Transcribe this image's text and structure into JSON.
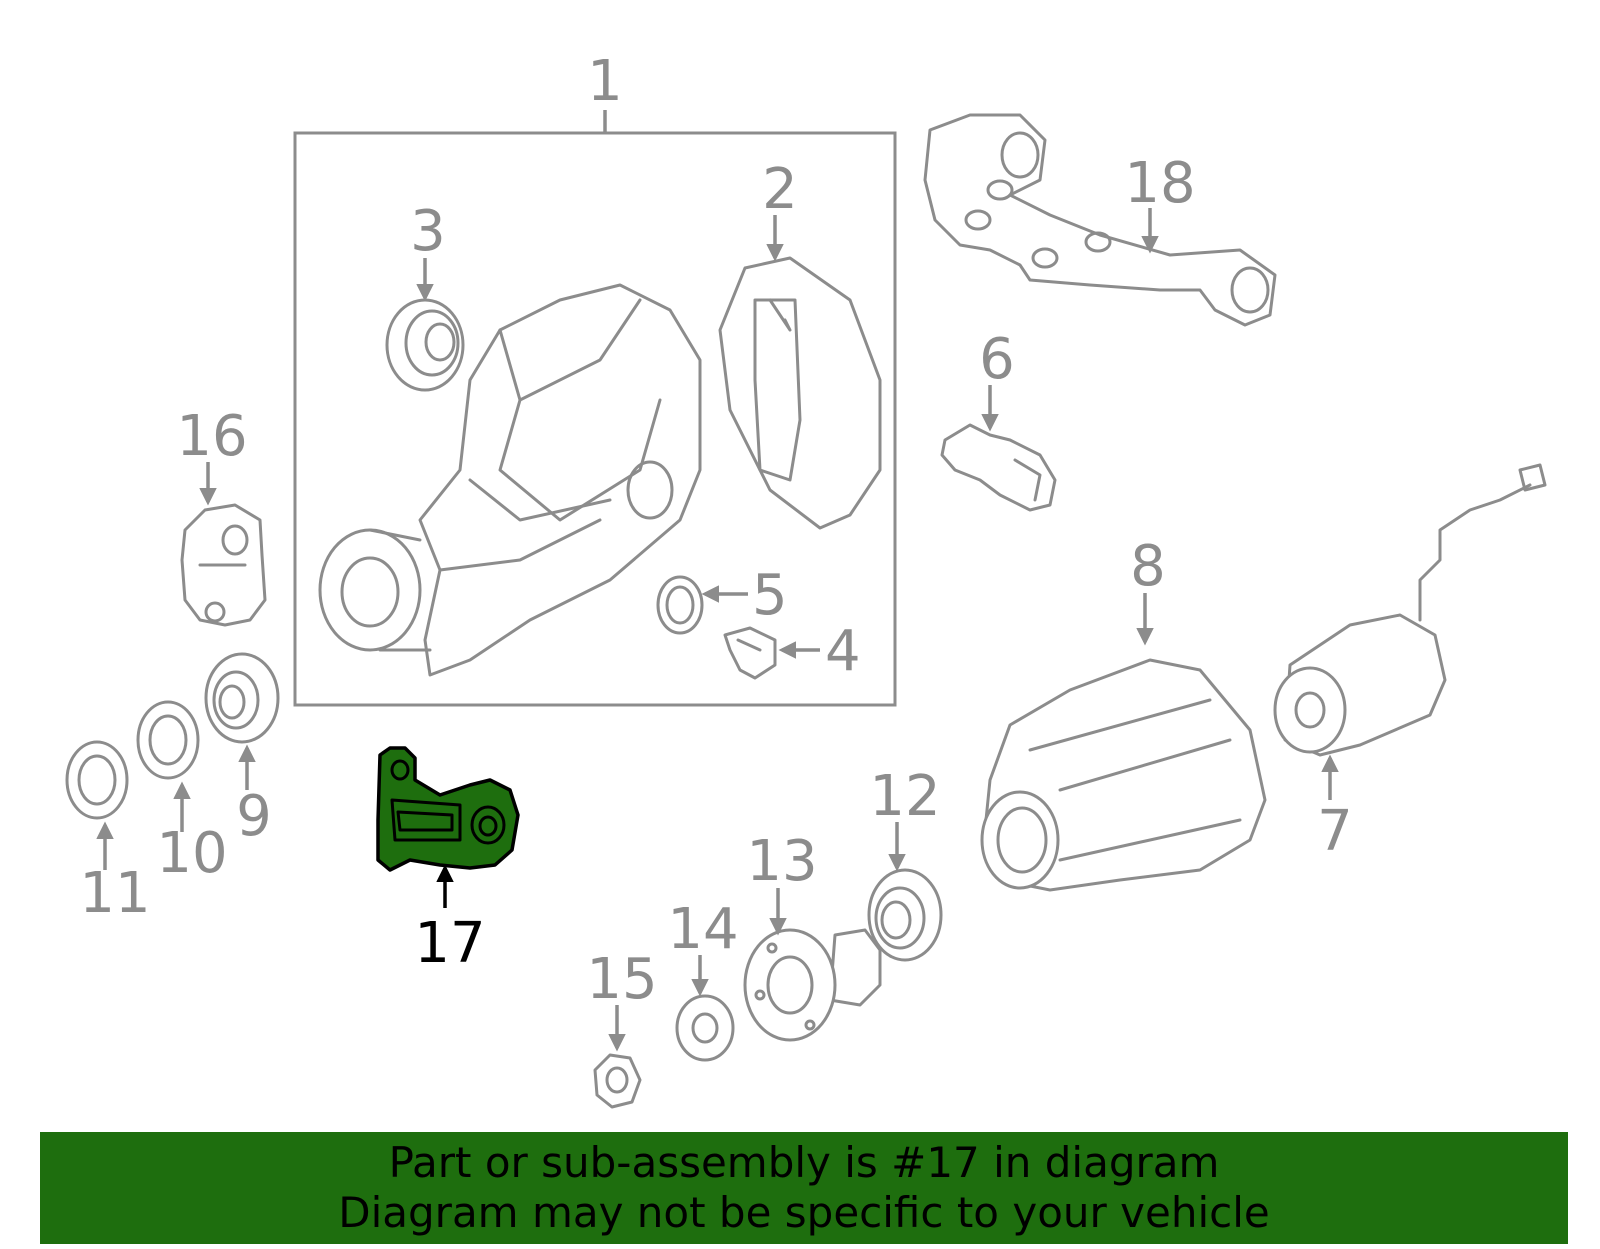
{
  "callouts": {
    "c1": "1",
    "c2": "2",
    "c3": "3",
    "c4": "4",
    "c5": "5",
    "c6": "6",
    "c7": "7",
    "c8": "8",
    "c9": "9",
    "c10": "10",
    "c11": "11",
    "c12": "12",
    "c13": "13",
    "c14": "14",
    "c15": "15",
    "c16": "16",
    "c17": "17",
    "c18": "18"
  },
  "highlighted_part": "17",
  "colors": {
    "highlight": "#1e6e0e",
    "line": "#8c8c8c",
    "banner": "#1e6e0e"
  },
  "banner": {
    "line1": "Part or sub-assembly is #17 in diagram",
    "line2": "Diagram may not be specific to your vehicle"
  }
}
